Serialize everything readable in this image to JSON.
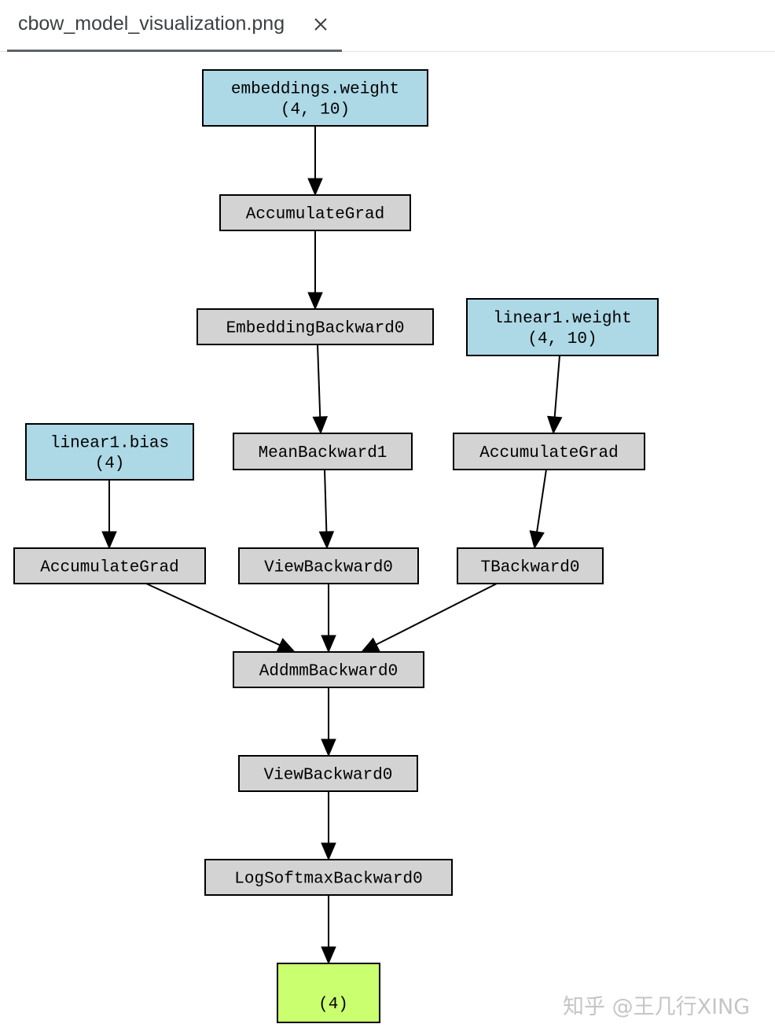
{
  "tab": {
    "title": "cbow_model_visualization.png",
    "close_icon": "close-icon"
  },
  "colors": {
    "parameter_fill": "#add8e6",
    "op_fill": "#d3d3d3",
    "output_fill": "#caff70"
  },
  "graph": {
    "nodes": [
      {
        "id": "emb_w",
        "kind": "parameter",
        "lines": [
          "embeddings.weight",
          "(4, 10)"
        ]
      },
      {
        "id": "acc1",
        "kind": "op",
        "lines": [
          "AccumulateGrad"
        ]
      },
      {
        "id": "embback",
        "kind": "op",
        "lines": [
          "EmbeddingBackward0"
        ]
      },
      {
        "id": "lin_w",
        "kind": "parameter",
        "lines": [
          "linear1.weight",
          "(4, 10)"
        ]
      },
      {
        "id": "lin_b",
        "kind": "parameter",
        "lines": [
          "linear1.bias",
          "(4)"
        ]
      },
      {
        "id": "mean",
        "kind": "op",
        "lines": [
          "MeanBackward1"
        ]
      },
      {
        "id": "acc2",
        "kind": "op",
        "lines": [
          "AccumulateGrad"
        ]
      },
      {
        "id": "acc3",
        "kind": "op",
        "lines": [
          "AccumulateGrad"
        ]
      },
      {
        "id": "view1",
        "kind": "op",
        "lines": [
          "ViewBackward0"
        ]
      },
      {
        "id": "tback",
        "kind": "op",
        "lines": [
          "TBackward0"
        ]
      },
      {
        "id": "addmm",
        "kind": "op",
        "lines": [
          "AddmmBackward0"
        ]
      },
      {
        "id": "view2",
        "kind": "op",
        "lines": [
          "ViewBackward0"
        ]
      },
      {
        "id": "logsm",
        "kind": "op",
        "lines": [
          "LogSoftmaxBackward0"
        ]
      },
      {
        "id": "out",
        "kind": "output",
        "lines": [
          "(4)"
        ]
      }
    ],
    "edges": [
      {
        "from": "emb_w",
        "to": "acc1"
      },
      {
        "from": "acc1",
        "to": "embback"
      },
      {
        "from": "embback",
        "to": "mean"
      },
      {
        "from": "lin_w",
        "to": "acc2"
      },
      {
        "from": "lin_b",
        "to": "acc3"
      },
      {
        "from": "mean",
        "to": "view1"
      },
      {
        "from": "acc2",
        "to": "tback"
      },
      {
        "from": "acc3",
        "to": "addmm"
      },
      {
        "from": "view1",
        "to": "addmm"
      },
      {
        "from": "tback",
        "to": "addmm"
      },
      {
        "from": "addmm",
        "to": "view2"
      },
      {
        "from": "view2",
        "to": "logsm"
      },
      {
        "from": "logsm",
        "to": "out"
      }
    ]
  },
  "watermark": "知乎 @王几行XING"
}
